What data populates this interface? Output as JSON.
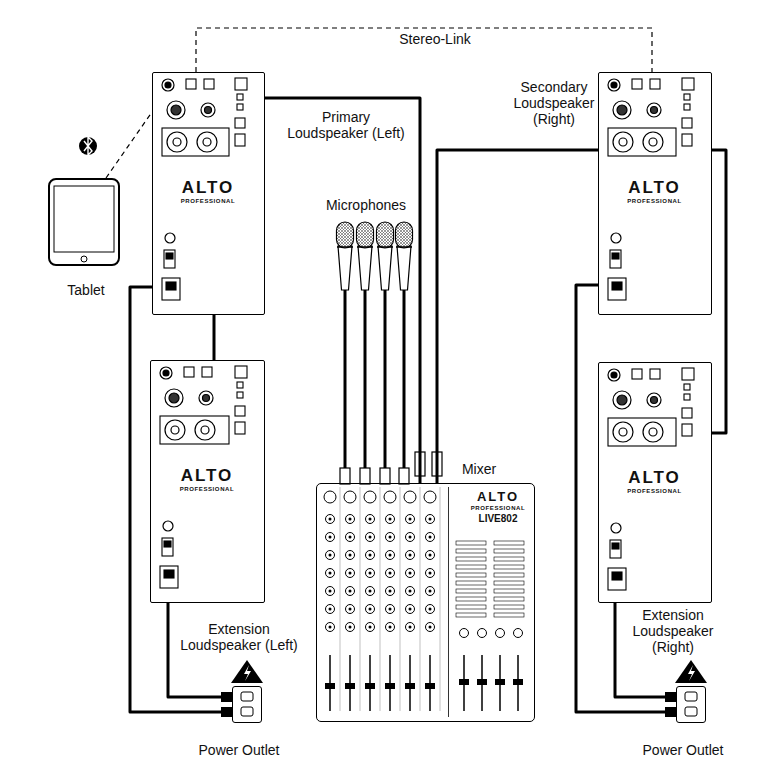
{
  "diagram": {
    "nodes": [
      {
        "text": [
          "Tablet"
        ]
      },
      {
        "text": [
          "Primary Loudspeaker (Left)",
          "ALTO",
          "PROFESSIONAL"
        ]
      },
      {
        "text": [
          "Secondary Loudspeaker (Right)",
          "ALTO",
          "PROFESSIONAL"
        ]
      },
      {
        "text": [
          "Extension Loudspeaker (Left)",
          "ALTO",
          "PROFESSIONAL"
        ]
      },
      {
        "text": [
          "Mixer",
          "ALTO",
          "PROFESSIONAL",
          "LIVE802"
        ]
      },
      {
        "text": [
          "Extension Loudspeaker (Right)",
          "ALTO",
          "PROFESSIONAL"
        ]
      },
      {
        "text": [
          "Power Outlet"
        ]
      },
      {
        "text": [
          "Power Outlet"
        ]
      }
    ],
    "edges": [
      {
        "from": 1,
        "to": 2,
        "arrow": "none",
        "label": "Stereo-Link"
      },
      {
        "from": 0,
        "to": 1,
        "arrow": "none"
      },
      {
        "from": 4,
        "to": 1,
        "arrow": "none"
      },
      {
        "from": 4,
        "to": 2,
        "arrow": "none"
      },
      {
        "from": 1,
        "to": 3,
        "arrow": "none"
      },
      {
        "from": 2,
        "to": 5,
        "arrow": "none"
      },
      {
        "from": 6,
        "to": 1,
        "arrow": "none"
      },
      {
        "from": 6,
        "to": 3,
        "arrow": "none"
      },
      {
        "from": 7,
        "to": 2,
        "arrow": "none"
      },
      {
        "from": 7,
        "to": 5,
        "arrow": "none"
      }
    ],
    "labels": [
      "Microphones"
    ]
  }
}
